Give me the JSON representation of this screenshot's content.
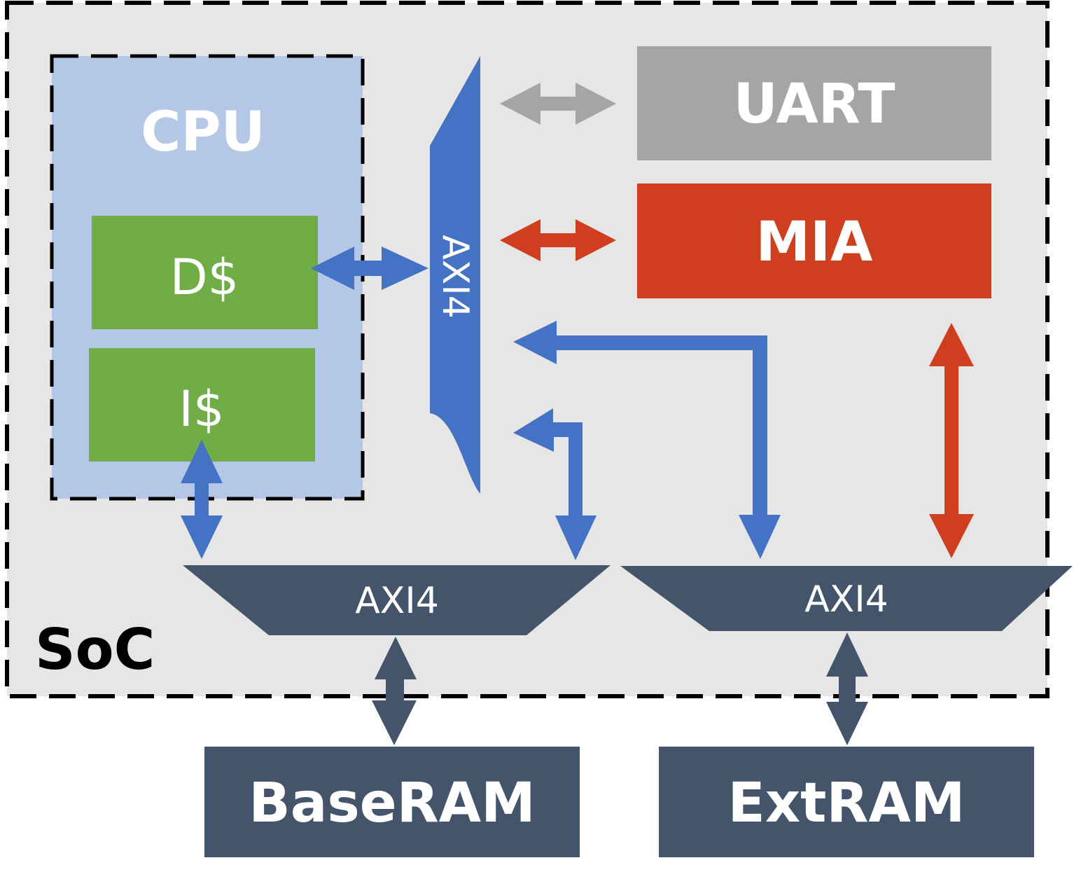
{
  "diagram": {
    "soc_label": "SoC",
    "cpu_label": "CPU",
    "dcache_label": "D$",
    "icache_label": "I$",
    "crossbar_vertical_label": "AXI4",
    "crossbar_bottom_left_label": "AXI4",
    "crossbar_bottom_right_label": "AXI4",
    "uart_label": "UART",
    "mia_label": "MIA",
    "baseram_label": "BaseRAM",
    "extram_label": "ExtRAM",
    "colors": {
      "soc_background": "#e6e6e6",
      "cpu_background": "#b4c7e7",
      "cache": "#70ad47",
      "axi_blue": "#4472c4",
      "uart": "#a5a5a5",
      "mia": "#cf3f1f",
      "slate": "#44546a"
    }
  }
}
